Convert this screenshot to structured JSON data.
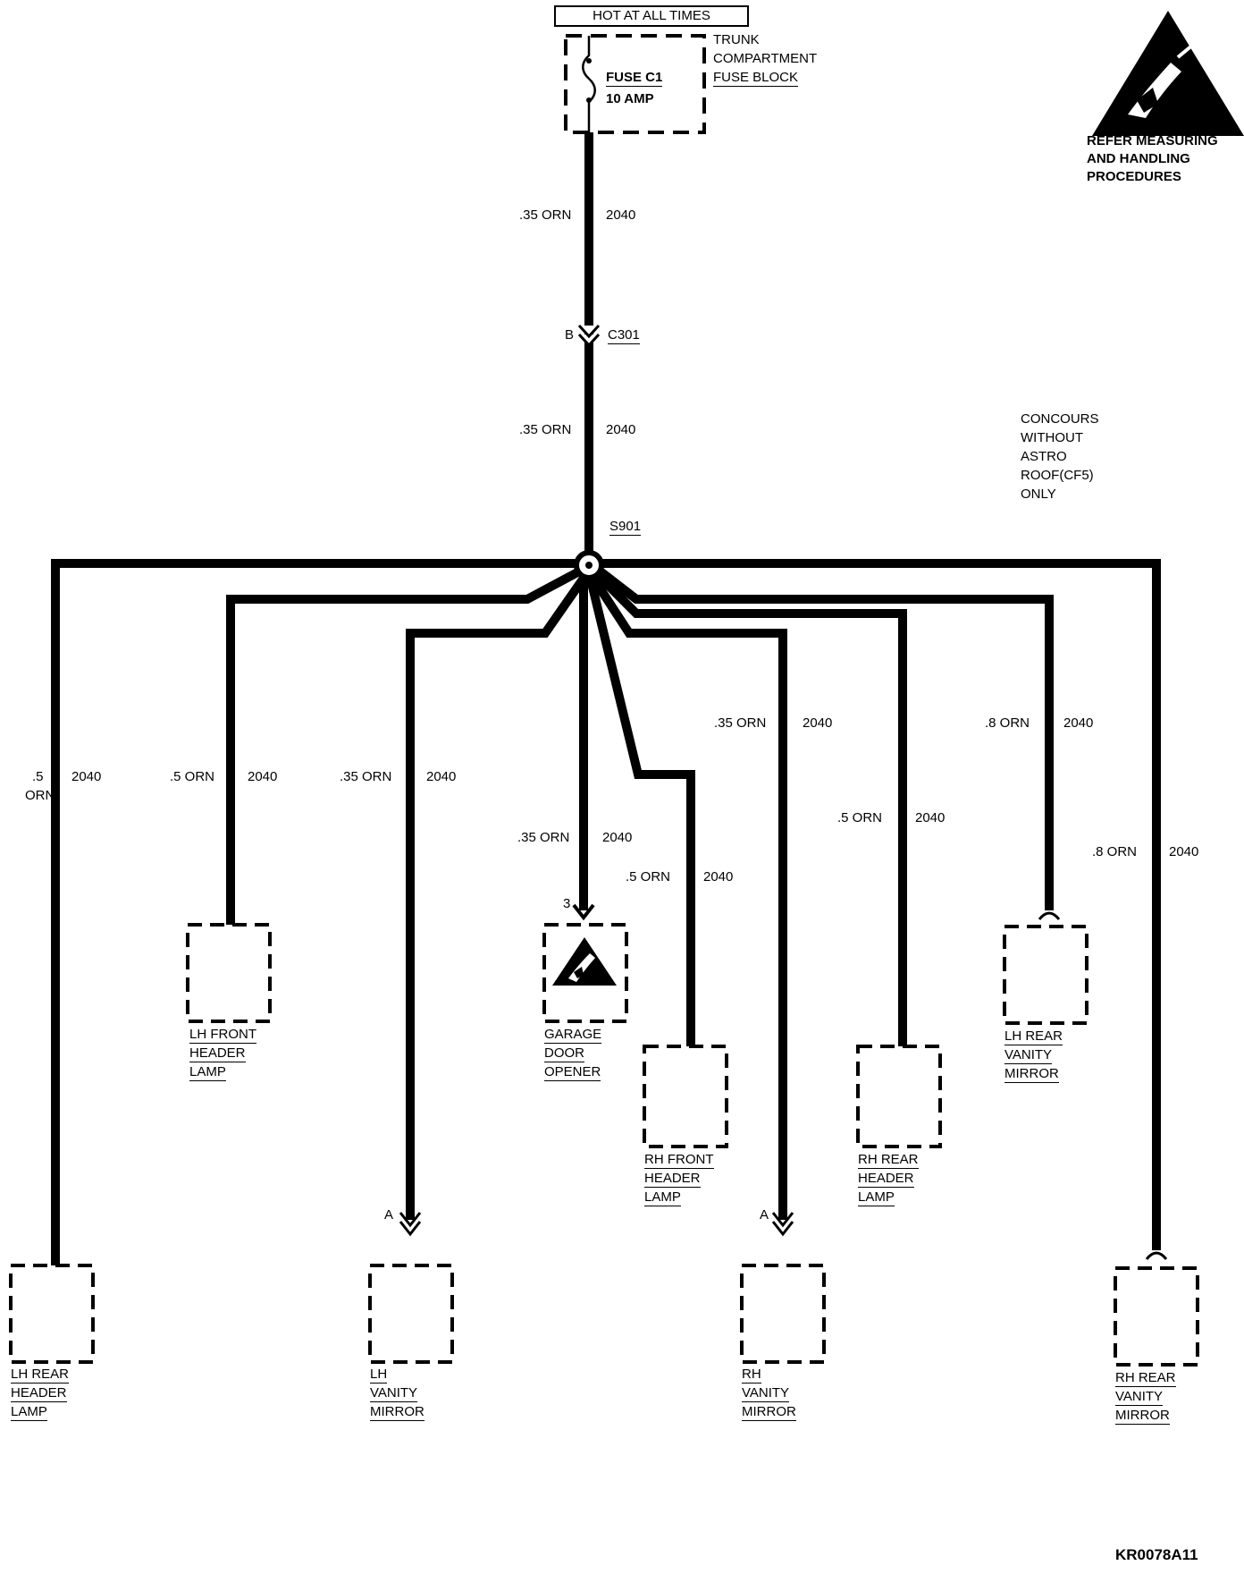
{
  "header": {
    "power": "HOT AT ALL TIMES"
  },
  "fuse_block": {
    "name_lines": [
      "TRUNK",
      "COMPARTMENT",
      "FUSE BLOCK"
    ],
    "fuse": "FUSE C1",
    "rating": "10 AMP"
  },
  "esd_notice": {
    "lines": [
      "REFER MEASURING",
      "AND HANDLING",
      "PROCEDURES"
    ]
  },
  "note": {
    "lines": [
      "CONCOURS",
      "WITHOUT",
      "ASTRO",
      "ROOF(CF5)",
      "ONLY"
    ]
  },
  "connector": {
    "pin": "B",
    "name": "C301"
  },
  "splice": {
    "name": "S901"
  },
  "trunk_wires": [
    {
      "gauge": ".35 ORN",
      "circuit": "2040"
    },
    {
      "gauge": ".35 ORN",
      "circuit": "2040"
    }
  ],
  "branch_wires": [
    {
      "gauge_lines": [
        ".5",
        "ORN"
      ],
      "circuit": "2040"
    },
    {
      "gauge": ".5 ORN",
      "circuit": "2040"
    },
    {
      "gauge": ".35 ORN",
      "circuit": "2040"
    },
    {
      "gauge": ".35 ORN",
      "circuit": "2040"
    },
    {
      "gauge": ".5 ORN",
      "circuit": "2040"
    },
    {
      "gauge": ".35 ORN",
      "circuit": "2040"
    },
    {
      "gauge": ".5 ORN",
      "circuit": "2040"
    },
    {
      "gauge": ".8 ORN",
      "circuit": "2040"
    },
    {
      "gauge": ".8 ORN",
      "circuit": "2040"
    }
  ],
  "pins": {
    "lh_vanity": "A",
    "garage": "3",
    "rh_vanity": "A"
  },
  "components": [
    {
      "id": "lh-front-header-lamp",
      "lines": [
        "LH FRONT",
        "HEADER",
        "LAMP"
      ]
    },
    {
      "id": "garage-door-opener",
      "lines": [
        "GARAGE",
        "DOOR",
        "OPENER"
      ]
    },
    {
      "id": "rh-front-header-lamp",
      "lines": [
        "RH FRONT",
        "HEADER",
        "LAMP"
      ]
    },
    {
      "id": "rh-rear-header-lamp",
      "lines": [
        "RH REAR",
        "HEADER",
        "LAMP"
      ]
    },
    {
      "id": "lh-rear-vanity-mirror",
      "lines": [
        "LH REAR",
        "VANITY",
        "MIRROR"
      ]
    },
    {
      "id": "lh-rear-header-lamp",
      "lines": [
        "LH REAR",
        "HEADER",
        "LAMP"
      ]
    },
    {
      "id": "lh-vanity-mirror",
      "lines": [
        "LH",
        "VANITY",
        "MIRROR"
      ]
    },
    {
      "id": "rh-vanity-mirror",
      "lines": [
        "RH",
        "VANITY",
        "MIRROR"
      ]
    },
    {
      "id": "rh-rear-vanity-mirror",
      "lines": [
        "RH REAR",
        "VANITY",
        "MIRROR"
      ]
    }
  ],
  "figure_id": "KR0078A11"
}
